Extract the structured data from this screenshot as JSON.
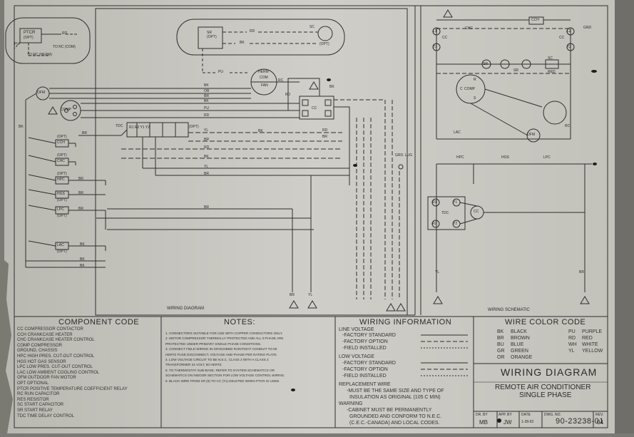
{
  "diagram_titles": {
    "wiring_diagram": "WIRING DIAGRAM",
    "wiring_schematic": "WIRING SCHEMATIC"
  },
  "top_left_box": {
    "ptcr": "PTCR",
    "opt": "(OPT)",
    "pu": "PU",
    "rd": "RD",
    "to_rc_com": "TO RC (COM)",
    "to_rc_herm": "TO RC (HERM)"
  },
  "diagram_labels": {
    "opt": "(OPT)",
    "sc": "SC",
    "rd": "RD",
    "bk": "BK",
    "pu": "PU",
    "br": "BR",
    "yl": "YL",
    "or": "OR",
    "rc": "RC",
    "cc": "CC",
    "ofm": "OFM",
    "comp": "COMP",
    "herm": "HERM",
    "com": "COM",
    "fan": "FAN",
    "tdc": "TDC",
    "tdc_terms": "R1 R2 Y1 Y2",
    "cch": "CCH",
    "chc": "CHC",
    "hpc": "HPC",
    "hgs": "HGS",
    "lpc": "LPC",
    "lac": "LAC",
    "grd_lug": "GRD. LUG",
    "sr": "SR",
    "gnd": "GND",
    "red": "RED",
    "s": "S",
    "c": "C",
    "r": "R",
    "l1": "L1",
    "l2": "L2",
    "t1": "T1",
    "t2": "T2",
    "t3": "T3",
    "c_sym": "C",
    "s_sym": "S",
    "r_sym": "R",
    "warn": "!",
    "y1": "Y1",
    "y2": "Y2",
    "r1": "R1",
    "r2": "R2",
    "hos": "HOS"
  },
  "component_code": {
    "title": "COMPONENT CODE",
    "items": [
      "CC     COMPRESSOR CONTACTOR",
      "CCH    CRANKCASE HEATER",
      "CHC    CRANKCASE HEATER CONTROL",
      "COMP   COMPRESSOR",
      "       GROUND, CHASSIS",
      "HPC    HIGH PRES. CUT-OUT CONTROL",
      "HGS    HOT GAS SENSOR",
      "LPC    LOW PRES. CUT-OUT CONTROL",
      "LAC    LOW AMBIENT COOLING CONTROL",
      "OFM    OUTDOOR FAN MOTOR",
      "OPT    OPTIONAL",
      "PTCR   POSITIVE TEMPERATURE COEFFICIENT RELAY",
      "RC     RUN CAPACITOR",
      "RES    RESISTOR",
      "SC     START CAPACITOR",
      "SR     START RELAY",
      "TDC    TIME DELAY CONTROL"
    ]
  },
  "notes": {
    "title": "NOTES:",
    "items": [
      "1. CONNECTORS SUITABLE FOR USE WITH COPPER CONDUCTORS ONLY.",
      "2. MOTOR COMPRESSOR THERMALLY PROTECTED AND ALL 3 PHASE ARE",
      "   PROTECTED UNDER PRIMARY SINGLE PHASE CONDITIONS.",
      "3. CONNECT FIELD WIRING IN GROUNDED RAINTIGHT CONDUIT TO 60",
      "   HERTZ FUSE DISCONNECT, VOLTAGE AND PHASE PER RATING PLATE.",
      "4. LOW VOLTAGE CIRCUIT TO BE N.E.C. CLASS 2 WITH A CLASS 2",
      "   TRANSFORMER 24 VOLT, 60 HERTZ.",
      "5. TO THERMOSTAT SUB-BASE, REFER TO SYSTEM SCHEMATICS OR",
      "   SCHEMATICS ON INDOOR SECTION FOR LOW VOLTAGE CONTROL WIRING.",
      "6. BLACK WIRE FROM SR (5) TO CC (T1) DELETED WHEN PTCR IS USED."
    ]
  },
  "wiring_information": {
    "title": "WIRING INFORMATION",
    "line_voltage": "LINE VOLTAGE",
    "lv_factory_standard": "-FACTORY STANDARD",
    "lv_factory_option": "-FACTORY OPTION",
    "lv_field_installed": "-FIELD INSTALLED",
    "low_voltage": "LOW VOLTAGE",
    "low_factory_standard": "-FACTORY STANDARD",
    "low_factory_option": "-FACTORY OPTION",
    "low_field_installed": "-FIELD INSTALLED",
    "replacement_wire": "REPLACEMENT WIRE",
    "rw_1": "-MUST BE THE SAME SIZE AND TYPE OF",
    "rw_2": "INSULATION AS ORIGINAL (105 C MIN)",
    "warning": "WARNING",
    "w_1": "-CABINET MUST BE PERMANENTLY",
    "w_2": "GROUNDED AND CONFORM TO N.E.C.",
    "w_3": "(C.E.C.-CANADA) AND LOCAL CODES."
  },
  "wire_color_code": {
    "title": "WIRE COLOR CODE",
    "left": [
      {
        "code": "BK",
        "color": "BLACK"
      },
      {
        "code": "BR",
        "color": "BROWN"
      },
      {
        "code": "BU",
        "color": "BLUE"
      },
      {
        "code": "GR",
        "color": "GREEN"
      },
      {
        "code": "OR",
        "color": "ORANGE"
      }
    ],
    "right": [
      {
        "code": "PU",
        "color": "PURPLE"
      },
      {
        "code": "RD",
        "color": "RED"
      },
      {
        "code": "WH",
        "color": "WHITE"
      },
      {
        "code": "YL",
        "color": "YELLOW"
      }
    ]
  },
  "title_block": {
    "title": "WIRING DIAGRAM",
    "subtitle_1": "REMOTE AIR CONDITIONER",
    "subtitle_2": "SINGLE PHASE",
    "dr_by_label": "DR. BY",
    "dr_by": "MB",
    "app_by_label": "APP. BY",
    "app_by": "JW",
    "date_label": "DATE",
    "date": "1-28-92",
    "dwg_no_label": "DWG. NO.",
    "dwg_no": "90-23238-01",
    "rev_label": "REV.",
    "rev": "04"
  },
  "colors": {
    "paper": "#c9c8c2",
    "ink": "#2e2e2e",
    "frame": "#7b7a74"
  }
}
